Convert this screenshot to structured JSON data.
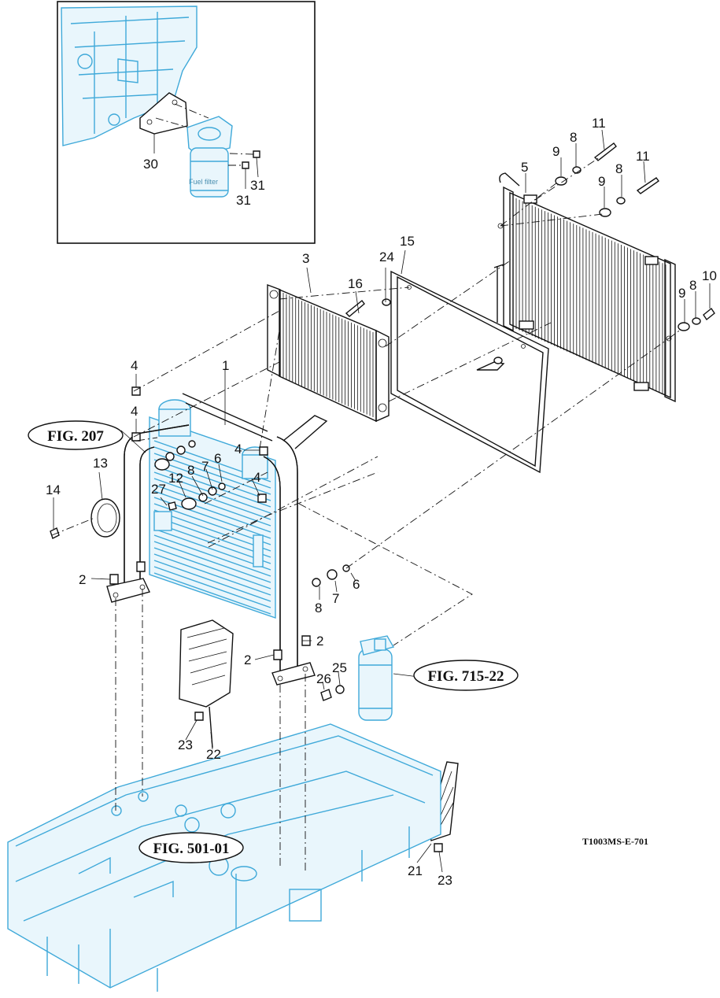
{
  "callouts": {
    "c1": "1",
    "c2a": "2",
    "c2b": "2",
    "c2c": "2",
    "c3": "3",
    "c4a": "4",
    "c4b": "4",
    "c4c": "4",
    "c4d": "4",
    "c5": "5",
    "c6a": "6",
    "c6b": "6",
    "c7a": "7",
    "c7b": "7",
    "c8a": "8",
    "c8b": "8",
    "c8c": "8",
    "c8d": "8",
    "c9a": "9",
    "c9b": "9",
    "c9c": "9",
    "c10": "10",
    "c11a": "11",
    "c11b": "11",
    "c12": "12",
    "c13": "13",
    "c14": "14",
    "c15": "15",
    "c16": "16",
    "c21": "21",
    "c22": "22",
    "c23a": "23",
    "c23b": "23",
    "c24": "24",
    "c25": "25",
    "c26": "26",
    "c27": "27",
    "c30": "30",
    "c31a": "31",
    "c31b": "31"
  },
  "figure_refs": {
    "fig207": "FIG. 207",
    "fig715": "FIG. 715-22",
    "fig501": "FIG. 501-01"
  },
  "inset": {
    "fuel_filter_label": "Fuel filter"
  },
  "drawing_code": "T1003MS-E-701",
  "colors": {
    "ink": "#111111",
    "blue": "#3fa9d9"
  }
}
